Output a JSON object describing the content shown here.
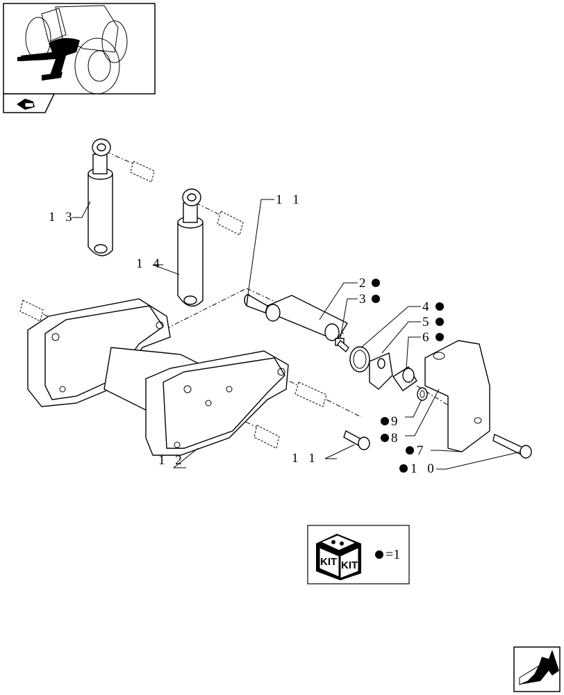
{
  "thumbnail": {
    "icon": "tractor-front-icon",
    "subicon": "component-arrow-icon"
  },
  "callouts": [
    {
      "id": "11-top",
      "label": "1 1",
      "kit": false
    },
    {
      "id": "2",
      "label": "2",
      "kit": true
    },
    {
      "id": "3",
      "label": "3",
      "kit": true
    },
    {
      "id": "4",
      "label": "4",
      "kit": true
    },
    {
      "id": "5",
      "label": "5",
      "kit": true
    },
    {
      "id": "6",
      "label": "6",
      "kit": true
    },
    {
      "id": "9",
      "label": "9",
      "kit": true
    },
    {
      "id": "8",
      "label": "8",
      "kit": true
    },
    {
      "id": "7",
      "label": "7",
      "kit": true
    },
    {
      "id": "10",
      "label": "1 0",
      "kit": true
    },
    {
      "id": "11-bottom",
      "label": "1 1",
      "kit": false
    },
    {
      "id": "12",
      "label": "1 2",
      "kit": false
    },
    {
      "id": "13",
      "label": "1 3",
      "kit": false
    },
    {
      "id": "14",
      "label": "1 4",
      "kit": false
    }
  ],
  "legend": {
    "kit_label_left": "KIT",
    "kit_label_right": "KIT",
    "equals_text": "=1"
  },
  "nav": {
    "icon": "next-page-arrow-icon"
  }
}
